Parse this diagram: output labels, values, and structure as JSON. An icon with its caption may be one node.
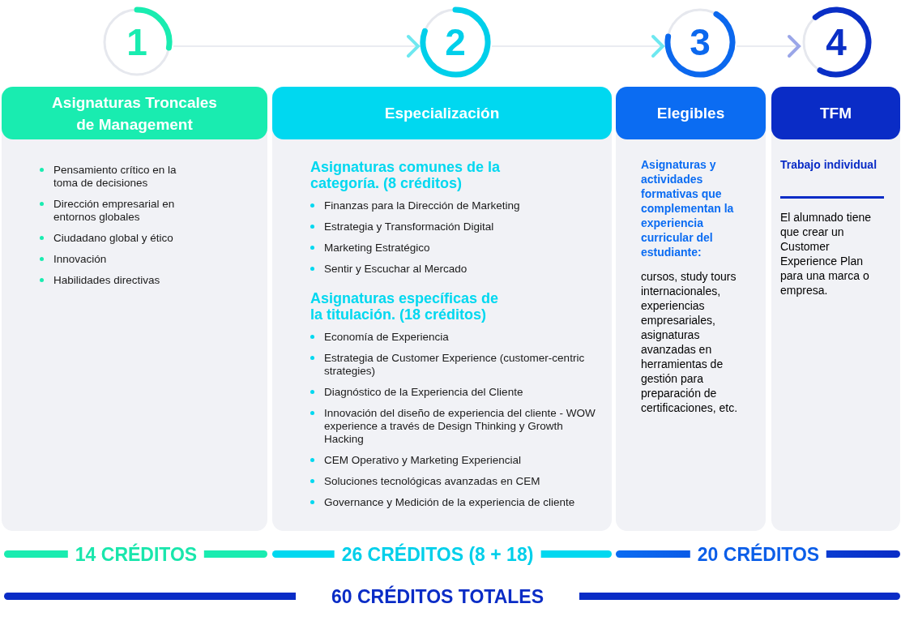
{
  "diagram": {
    "nodes": [
      {
        "text": [
          "1"
        ]
      },
      {
        "text": [
          "2"
        ]
      },
      {
        "text": [
          "3"
        ]
      },
      {
        "text": [
          "4"
        ]
      },
      {
        "text": [
          "Asignaturas Troncales de Management",
          "Pensamiento crítico en la toma de decisiones",
          "Dirección empresarial en entornos globales",
          "Ciudadano global y ético",
          "Innovación",
          "Habilidades directivas"
        ]
      },
      {
        "text": [
          "Especialización",
          "Asignaturas comunes de la categoría. (8 créditos)",
          "Finanzas para la Dirección de Marketing",
          "Estrategia y Transformación Digital",
          "Marketing Estratégico",
          "Sentir y Escuchar al Mercado",
          "Asignaturas específicas de la titulación. (18 créditos)",
          "Economía de Experiencia",
          "Estrategia de Customer Experience (customer-centric strategies)",
          "Diagnóstico de la Experiencia del Cliente",
          "Innovación del diseño de experiencia del cliente - WOW experience a través de Design Thinking y Growth Hacking",
          "CEM Operativo y Marketing Experiencial",
          "Soluciones tecnológicas avanzadas en CEM",
          "Governance y Medición de la experiencia de cliente"
        ]
      },
      {
        "text": [
          "Elegibles",
          "Asignaturas y actividades formativas que complementan la experiencia curricular del estudiante:",
          "cursos, study tours internacionales, experiencias empresariales, asignaturas avanzadas en herramientas de gestión para preparación de certificaciones, etc."
        ]
      },
      {
        "text": [
          "TFM",
          "Trabajo individual",
          "El alumnado tiene que crear un Customer Experience Plan para una marca o empresa."
        ]
      }
    ],
    "edges": [
      {
        "from": 0,
        "to": 1,
        "arrow": "to"
      },
      {
        "from": 1,
        "to": 2,
        "arrow": "to"
      },
      {
        "from": 2,
        "to": 3,
        "arrow": "to"
      }
    ],
    "labels": [
      "14 CRÉDITOS",
      "26 CRÉDITOS (8 + 18)",
      "20 CRÉDITOS",
      "60 CRÉDITOS TOTALES"
    ]
  }
}
